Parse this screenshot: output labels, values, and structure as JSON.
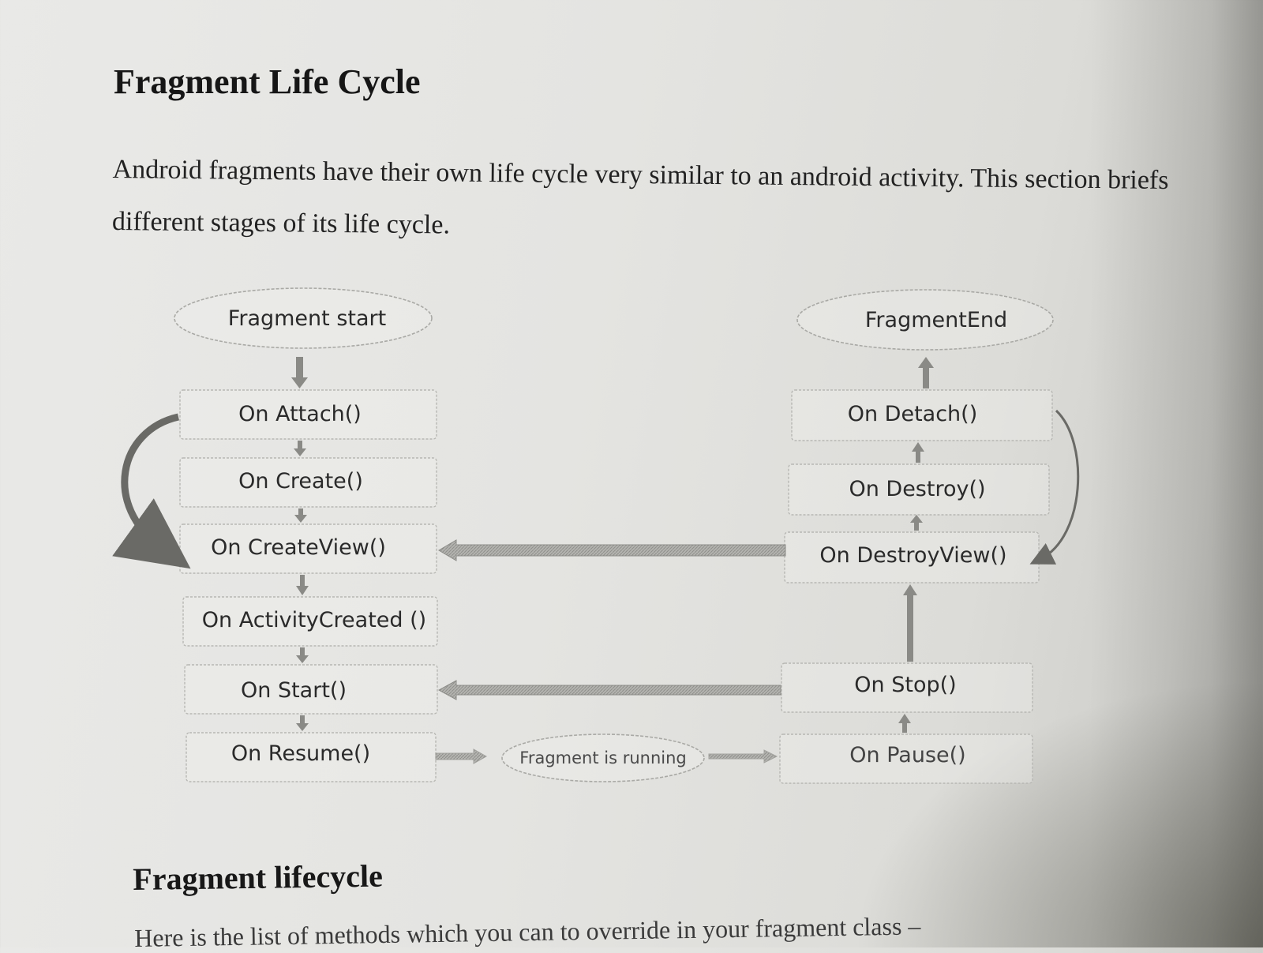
{
  "document": {
    "title": "Fragment Life Cycle",
    "intro_line1": "Android fragments have their own life cycle very similar to an android activity. This section briefs",
    "intro_line2": "different stages of its life cycle.",
    "subheading": "Fragment lifecycle",
    "cutoff_line": "Here is the list of methods which you can to override in your fragment class –"
  },
  "diagram": {
    "start": "Fragment start",
    "end": "FragmentEnd",
    "running": "Fragment is running",
    "left_nodes": [
      "On Attach()",
      "On Create()",
      "On CreateView()",
      "On ActivityCreated ()",
      "On Start()",
      "On Resume()"
    ],
    "right_nodes": [
      "On Detach()",
      "On Destroy()",
      "On DestroyView()",
      "On Stop()",
      "On Pause()"
    ]
  }
}
